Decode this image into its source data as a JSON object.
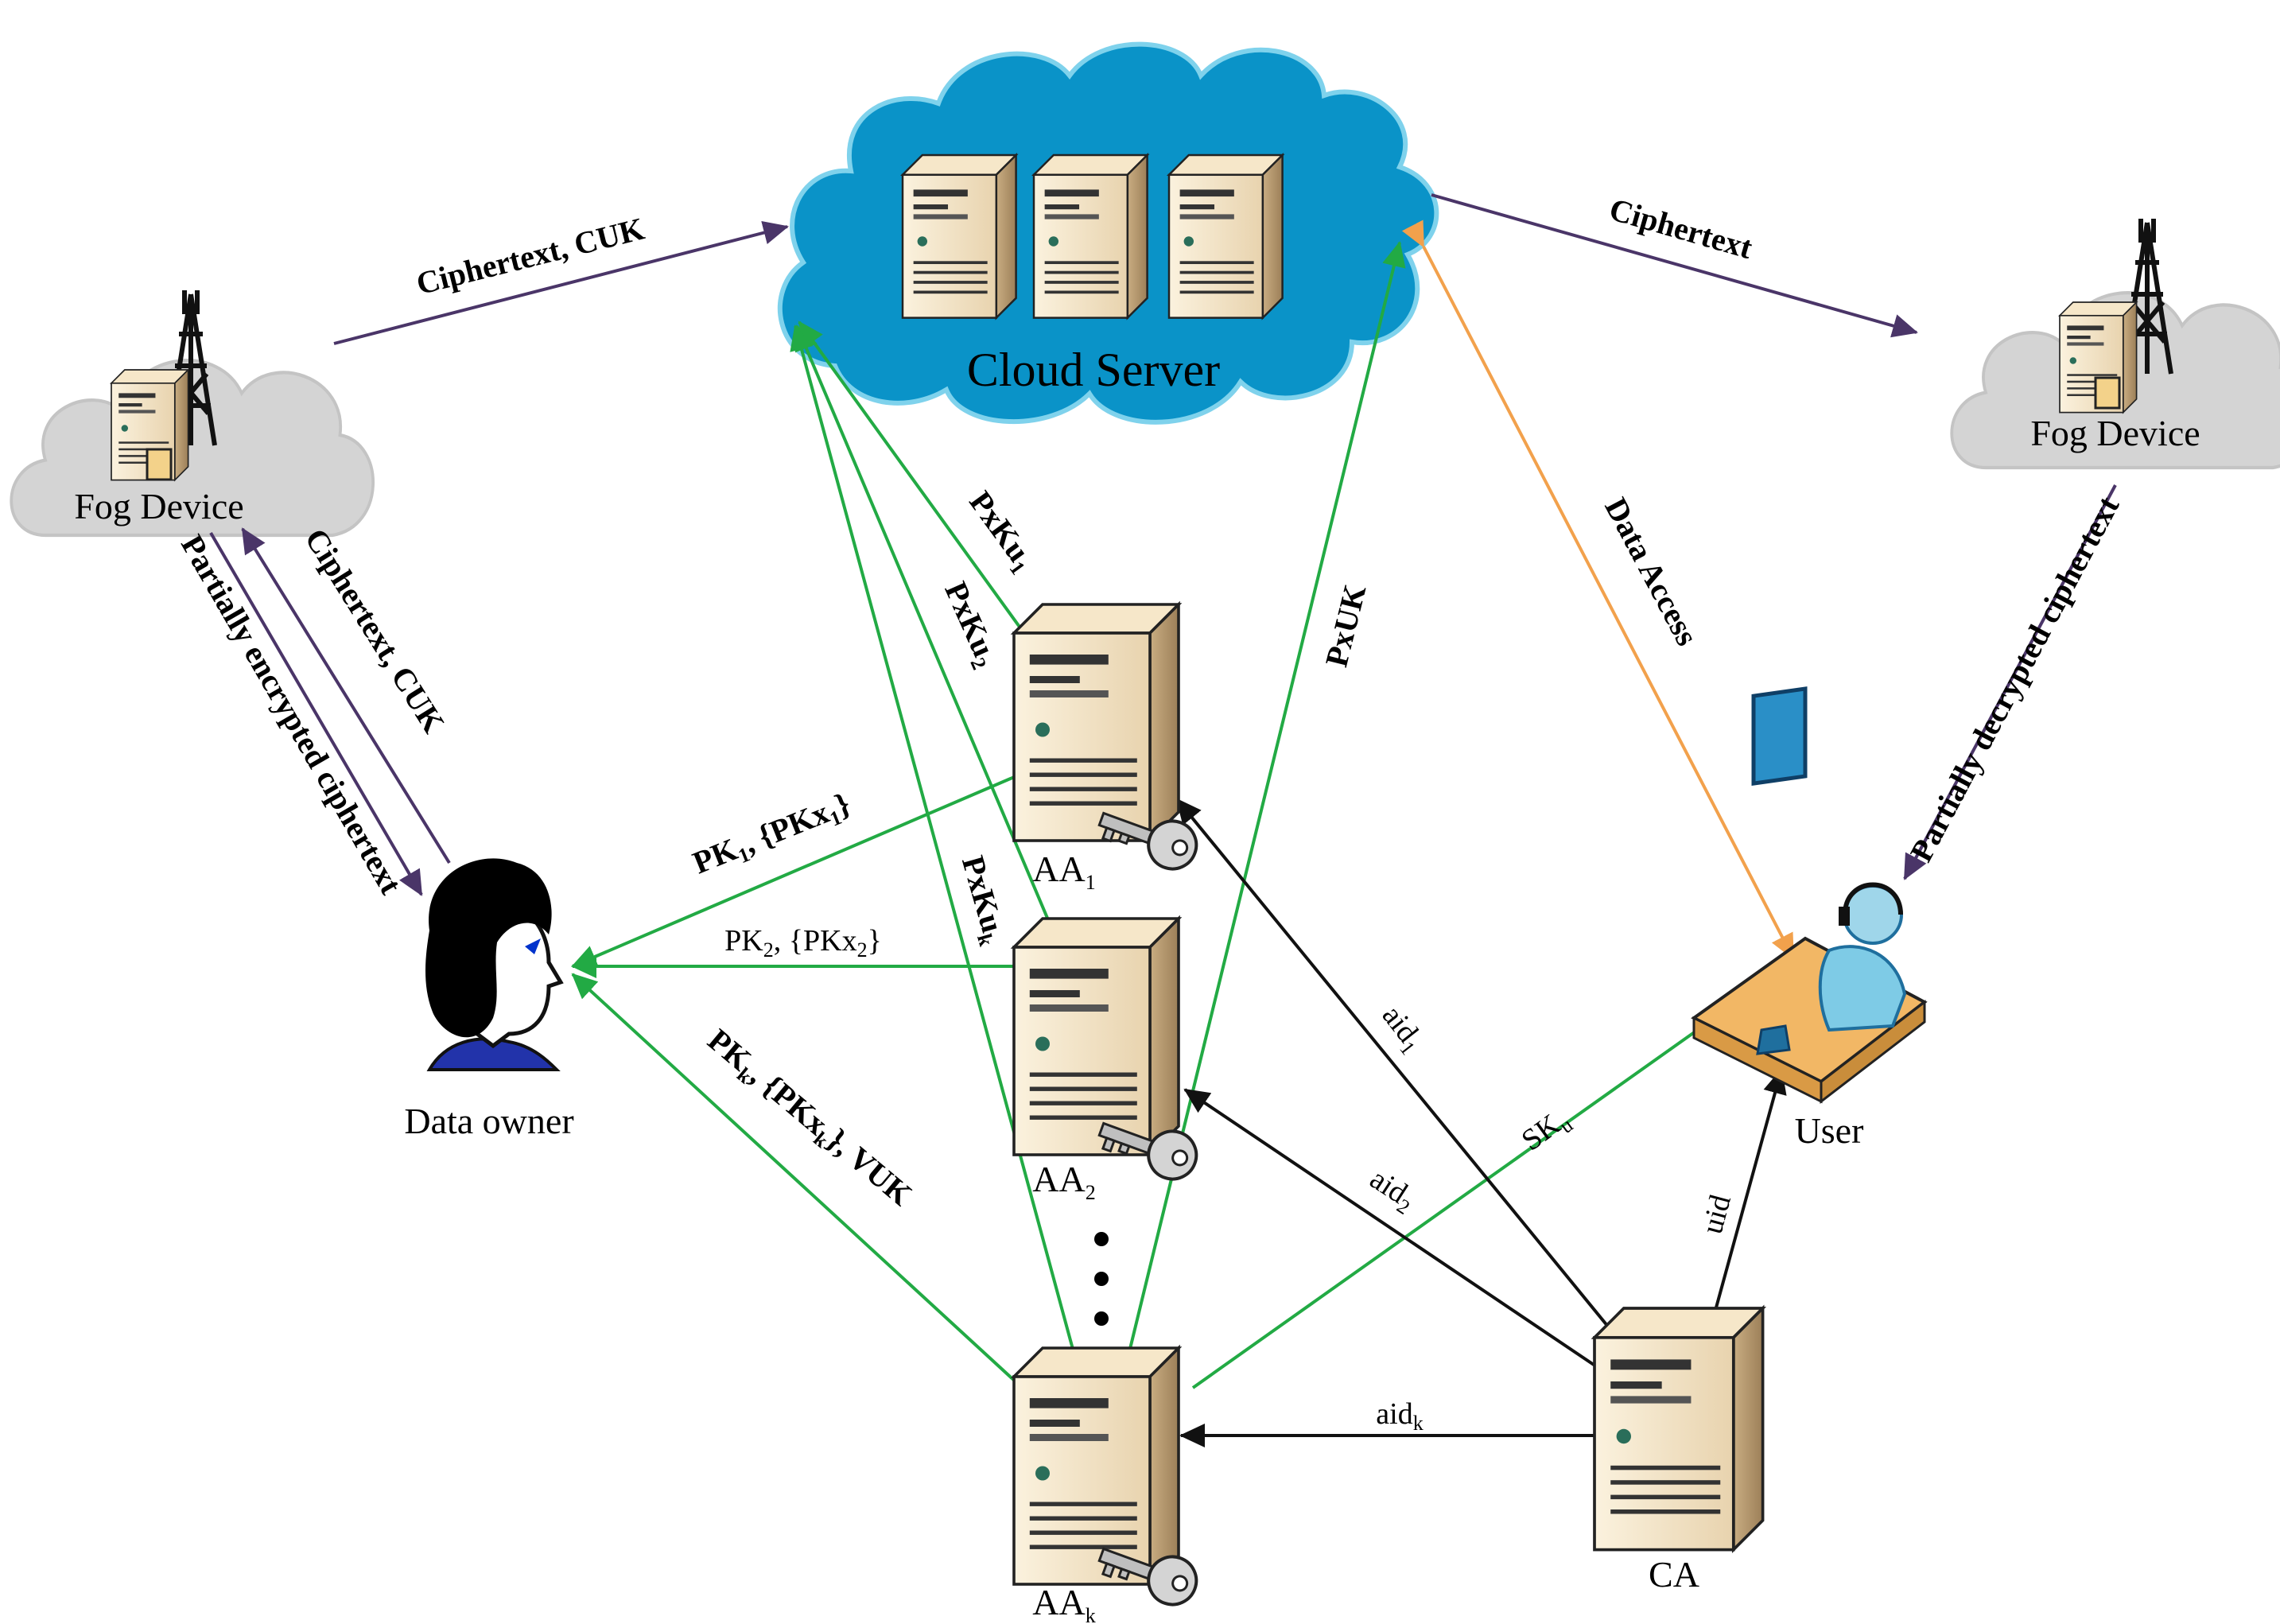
{
  "colors": {
    "purple": "#4a3568",
    "green": "#22aa44",
    "orange": "#f2a14c",
    "black": "#111111",
    "cloud_blue": "#0a93c8",
    "fog_gray": "#cfcfcf"
  },
  "nodes": {
    "cloud_server": "Cloud Server",
    "fog_left": "Fog Device",
    "fog_right": "Fog Device",
    "data_owner": "Data owner",
    "user": "User",
    "aa1": "AA",
    "aa1_sub": "1",
    "aa2": "AA",
    "aa2_sub": "2",
    "aak": "AA",
    "aak_sub": "k",
    "ca": "CA"
  },
  "edges": {
    "fog_to_cloud": "Ciphertext, CUK",
    "cloud_to_fog": "Ciphertext",
    "owner_to_fog": "Ciphertext, CUK",
    "fog_to_owner": "Partially encrypted ciphertext",
    "fog_to_user": "Partially decrypted ciphertext",
    "data_access": "Data Access",
    "pxku1": "PxKu",
    "pxku1_sub": "1",
    "pxku2": "PxKu",
    "pxku2_sub": "2",
    "pxkuk": "PxKu",
    "pxkuk_sub": "k",
    "pxuk": "PxUK",
    "pk1_a": "PK",
    "pk1_sub": "1",
    "pk1_b": ", {PKx",
    "pk1_sub2": "1",
    "pk1_c": "}",
    "pk2_a": "PK",
    "pk2_sub": "2",
    "pk2_b": ", {PKx",
    "pk2_sub2": "2",
    "pk2_c": "}",
    "pkk_a": "PK",
    "pkk_sub": "k",
    "pkk_b": ", {PKx",
    "pkk_sub2": "k",
    "pkk_c": "}, VUK",
    "aid1": "aid",
    "aid1_sub": "1",
    "aid2": "aid",
    "aid2_sub": "2",
    "aidk": "aid",
    "aidk_sub": "k",
    "sku": "SK",
    "sku_sub": "u",
    "uid": "uid"
  }
}
